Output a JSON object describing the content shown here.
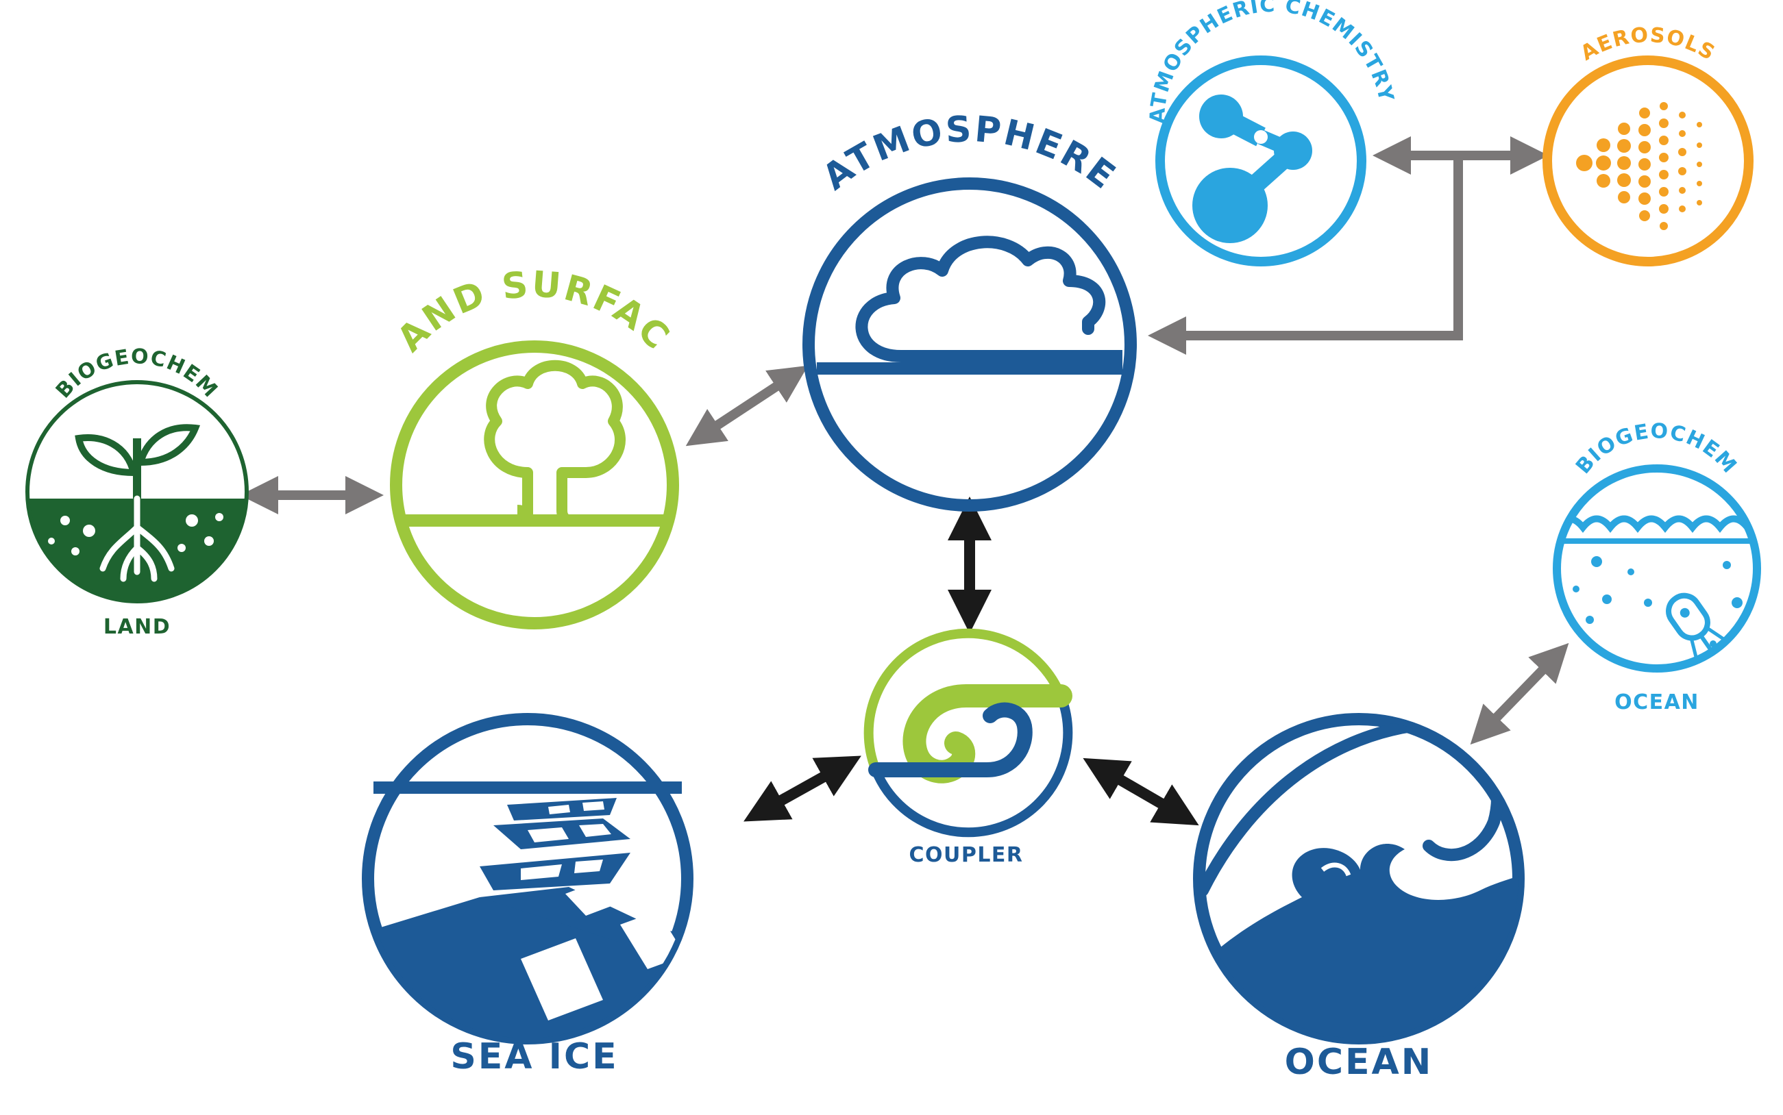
{
  "colors": {
    "dark_blue": "#1d5a97",
    "light_green": "#9dc73c",
    "dark_green": "#1e6330",
    "light_blue": "#2aa5df",
    "orange": "#f4a123",
    "gray_arrow": "#7a7777",
    "black_arrow": "#1a1a1a"
  },
  "nodes": {
    "atmosphere": {
      "label": "ATMOSPHERE",
      "icon": "cloud-icon"
    },
    "land_surface": {
      "label": "LAND SURFACE",
      "icon": "tree-icon"
    },
    "biogeochem_land": {
      "label_top": "BIOGEOCHEM",
      "label_bottom": "LAND",
      "icon": "sprout-roots-icon"
    },
    "atmospheric_chemistry": {
      "label": "ATMOSPHERIC CHEMISTRY",
      "icon": "molecule-icon"
    },
    "aerosols": {
      "label": "AEROSOLS",
      "icon": "spray-dots-icon"
    },
    "coupler": {
      "label": "COUPLER",
      "icon": "spiral-icon"
    },
    "sea_ice": {
      "label": "SEA ICE",
      "icon": "ice-floes-icon"
    },
    "ocean": {
      "label": "OCEAN",
      "icon": "wave-icon"
    },
    "biogeochem_ocean": {
      "label_top": "BIOGEOCHEM",
      "label_bottom": "OCEAN",
      "icon": "plankton-icon"
    }
  }
}
